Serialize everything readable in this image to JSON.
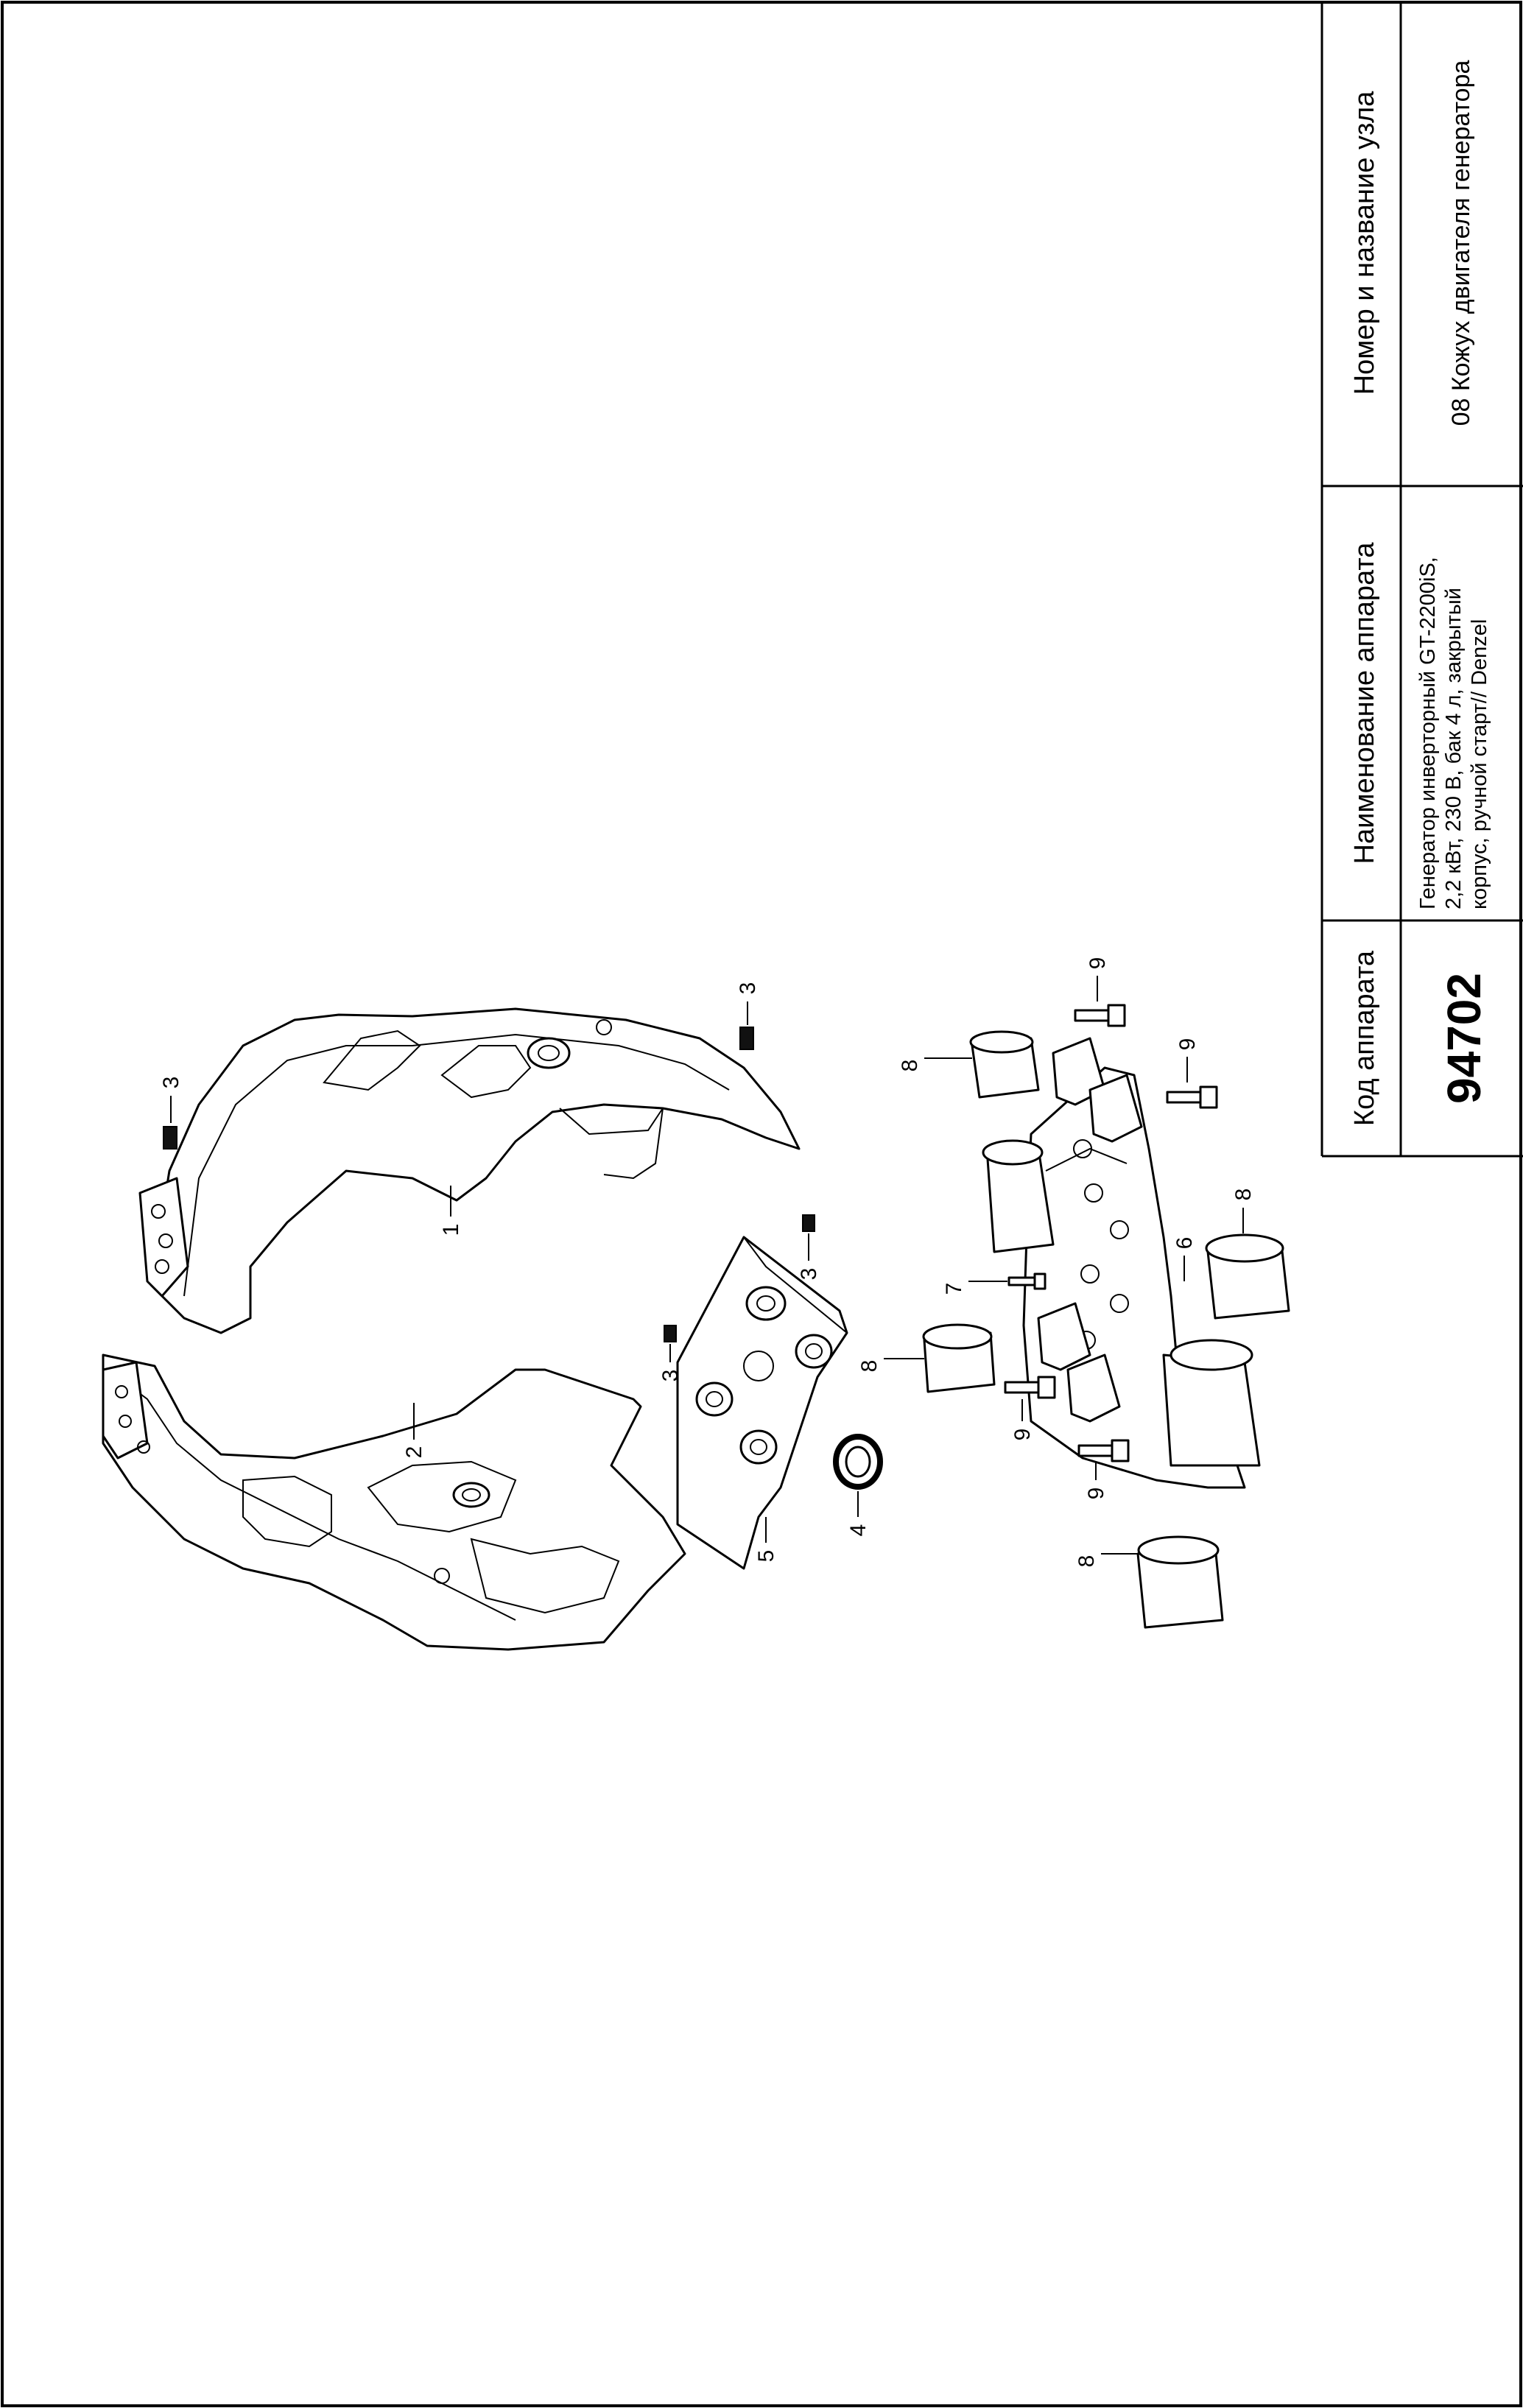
{
  "title_block": {
    "code_header": "Код аппарата",
    "code_value": "94702",
    "name_header": "Наименование аппарата",
    "name_lines": [
      "Генератор инверторный GT-2200iS,",
      "2,2 кВт, 230 В, бак 4 л, закрытый",
      "корпус, ручной старт// Denzel"
    ],
    "node_header": "Номер и название узла",
    "node_value": "08 Кожух двигателя генератора"
  },
  "callouts": {
    "c1": "1",
    "c2": "2",
    "c3a": "3",
    "c3b": "3",
    "c3c": "3",
    "c3d": "3",
    "c4": "4",
    "c5": "5",
    "c6": "6",
    "c7": "7",
    "c8a": "8",
    "c8b": "8",
    "c8c": "8",
    "c8d": "8",
    "c9a": "9",
    "c9b": "9",
    "c9c": "9",
    "c9d": "9"
  }
}
